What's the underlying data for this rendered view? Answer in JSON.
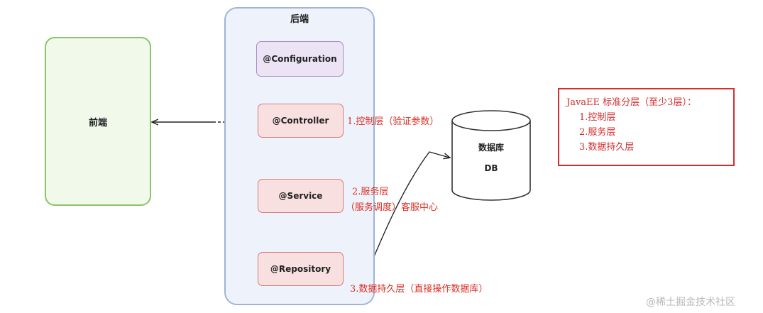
{
  "frontend": {
    "label": "前端"
  },
  "backend": {
    "title": "后端",
    "configuration": "@Configuration",
    "controller": "@Controller",
    "service": "@Service",
    "repository": "@Repository"
  },
  "annotations": {
    "controller_note": "1.控制层（验证参数）",
    "service_note_line1": "2.服务层",
    "service_note_line2": "（服务调度）客服中心",
    "repository_note": "3.数据持久层（直接操作数据库）"
  },
  "database": {
    "label": "数据库",
    "sublabel": "DB"
  },
  "legend": {
    "title": "JavaEE 标准分层（至少3层）：",
    "items": [
      "1.控制层",
      "2.服务层",
      "3.数据持久层"
    ]
  },
  "watermark": "@稀土掘金技术社区",
  "colors": {
    "frontend_border": "#8cc46b",
    "backend_border": "#9fb4d6",
    "layer_border": "#d77a7a",
    "config_border": "#a88bc6",
    "annotation_text": "#d93025",
    "legend_border": "#d32f2f"
  }
}
